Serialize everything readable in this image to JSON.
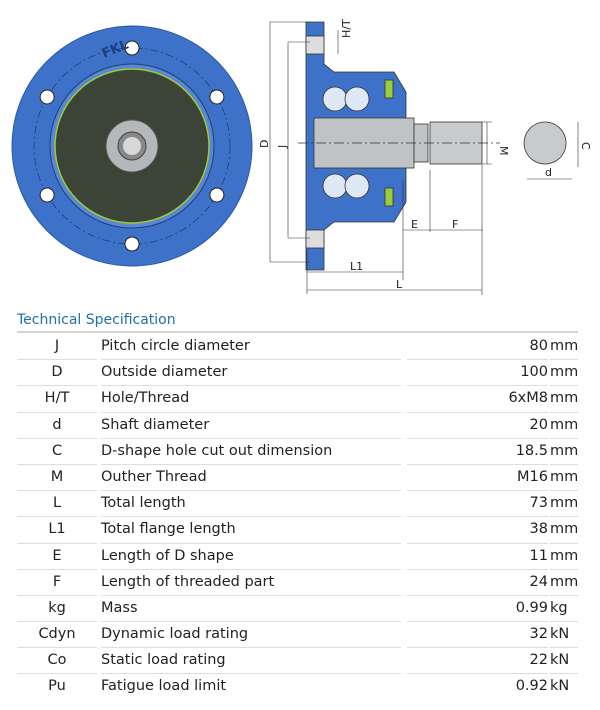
{
  "diagram": {
    "labels": {
      "ht": "H/T",
      "d_outer": "D",
      "j": "J",
      "m": "M",
      "c": "C",
      "d_shaft": "d",
      "e": "E",
      "f": "F",
      "l1": "L1",
      "l": "L"
    },
    "logo": "FKL"
  },
  "section_title": "Technical Specification",
  "specs": [
    {
      "symbol": "J",
      "name": "Pitch circle diameter",
      "value": "80",
      "unit": "mm"
    },
    {
      "symbol": "D",
      "name": "Outside diameter",
      "value": "100",
      "unit": "mm"
    },
    {
      "symbol": "H/T",
      "name": "Hole/Thread",
      "value": "6xM8",
      "unit": "mm"
    },
    {
      "symbol": "d",
      "name": "Shaft diameter",
      "value": "20",
      "unit": "mm"
    },
    {
      "symbol": "C",
      "name": "D-shape hole cut out dimension",
      "value": "18.5",
      "unit": "mm"
    },
    {
      "symbol": "M",
      "name": "Outher Thread",
      "value": "M16",
      "unit": "mm"
    },
    {
      "symbol": "L",
      "name": "Total length",
      "value": "73",
      "unit": "mm"
    },
    {
      "symbol": "L1",
      "name": "Total flange length",
      "value": "38",
      "unit": "mm"
    },
    {
      "symbol": "E",
      "name": "Length of D shape",
      "value": "11",
      "unit": "mm"
    },
    {
      "symbol": "F",
      "name": "Length of threaded part",
      "value": "24",
      "unit": "mm"
    },
    {
      "symbol": "kg",
      "name": "Mass",
      "value": "0.99",
      "unit": "kg"
    },
    {
      "symbol": "Cdyn",
      "name": "Dynamic load rating",
      "value": "32",
      "unit": "kN"
    },
    {
      "symbol": "Co",
      "name": "Static load rating",
      "value": "22",
      "unit": "kN"
    },
    {
      "symbol": "Pu",
      "name": "Fatigue load limit",
      "value": "0.92",
      "unit": "kN"
    }
  ]
}
